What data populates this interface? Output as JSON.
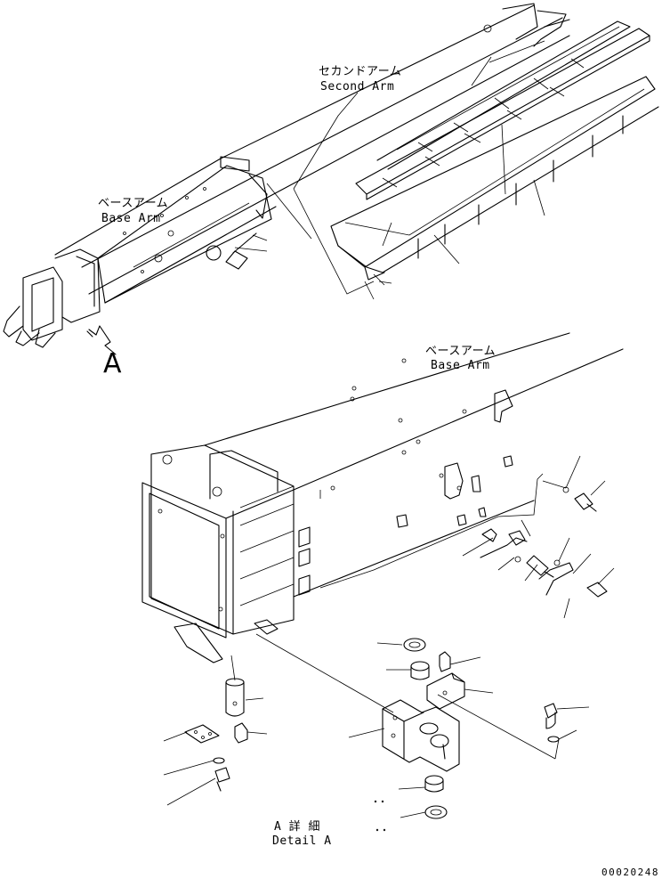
{
  "labels": {
    "second_arm_jp": "セカンドアーム",
    "second_arm_en": "Second Arm",
    "base_arm_top_jp": "ベースアーム",
    "base_arm_top_en": "Base Arm",
    "base_arm_main_jp": "ベースアーム",
    "base_arm_main_en": "Base Arm",
    "view_letter": "A",
    "detail_jp": "A 詳 細",
    "detail_en": "Detail A",
    "drawing_number": "00020248"
  },
  "colors": {
    "line": "#000000",
    "background": "#ffffff"
  }
}
